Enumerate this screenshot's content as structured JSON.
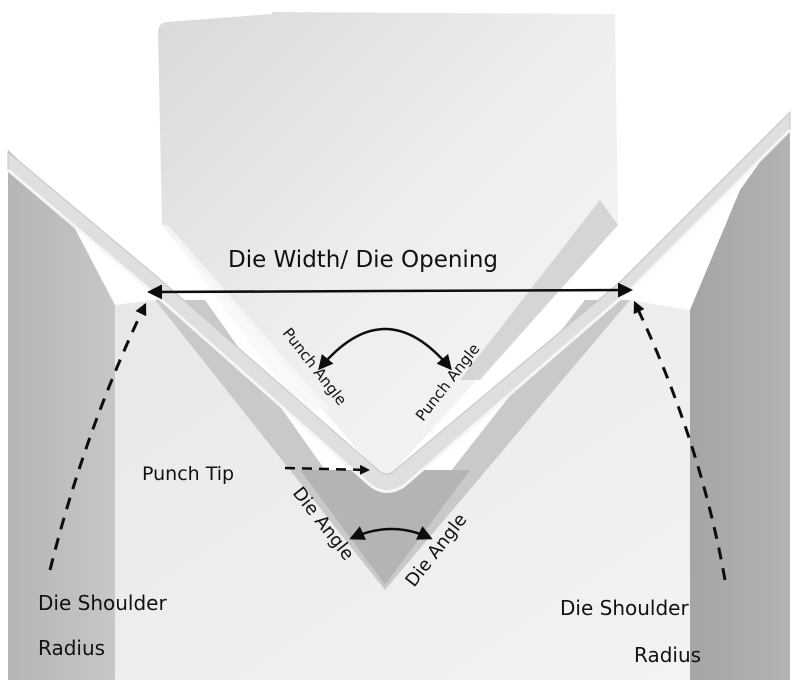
{
  "diagram": {
    "type": "press-brake punch and V-die cross-section",
    "labels": {
      "die_width": "Die Width/ Die Opening",
      "punch_angle_left": "Punch Angle",
      "punch_angle_right": "Punch Angle",
      "punch_tip": "Punch Tip",
      "die_angle_left": "Die Angle",
      "die_angle_right": "Die Angle",
      "shoulder_left_line1": "Die Shoulder",
      "shoulder_left_line2": "Radius",
      "shoulder_right_line1": "Die Shoulder",
      "shoulder_right_line2": "Radius"
    },
    "components": [
      "punch",
      "sheet-metal",
      "v-die",
      "die-shoulder-left",
      "die-shoulder-right"
    ],
    "colors": {
      "background": "#ffffff",
      "punch": "#e6e7e8",
      "die_face": "#eeeeee",
      "die_side": "#a9aaab",
      "sheet": "#dcdee0",
      "v_groove": "#b9babb",
      "annotation": "#0d0d0d"
    }
  }
}
